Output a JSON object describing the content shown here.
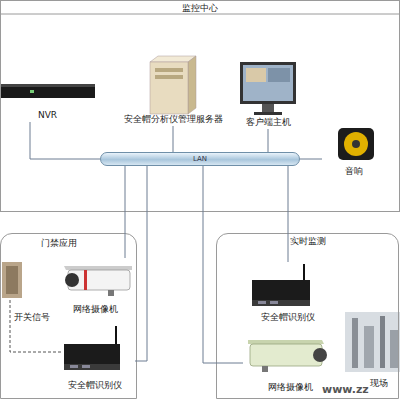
{
  "diagram": {
    "nodes": [
      {
        "text": [
          "监控中心"
        ]
      },
      {
        "text": [
          "NVR"
        ],
        "in": 0
      },
      {
        "text": [
          "安全帽分析仪管理服务器"
        ],
        "in": 0
      },
      {
        "text": [
          "客户端主机"
        ],
        "in": 0
      },
      {
        "text": [
          "LAN"
        ],
        "in": 0
      },
      {
        "text": [
          "音响"
        ],
        "in": 0
      },
      {
        "text": [
          "门禁应用"
        ]
      },
      {
        "text": [
          "网络摄像机"
        ],
        "in": 6
      },
      {
        "text": [
          "安全帽识别仪"
        ],
        "in": 6
      },
      {
        "text": [
          "实时监测"
        ]
      },
      {
        "text": [
          "安全帽识别仪"
        ],
        "in": 9
      },
      {
        "text": [
          "网络摄像机"
        ],
        "in": 9
      }
    ],
    "edges": [
      {
        "from": 1,
        "to": 4,
        "arrow": "none"
      },
      {
        "from": 2,
        "to": 4,
        "arrow": "none"
      },
      {
        "from": 3,
        "to": 4,
        "arrow": "none"
      },
      {
        "from": 5,
        "to": 4,
        "arrow": "none"
      },
      {
        "from": 4,
        "to": 7,
        "arrow": "none"
      },
      {
        "from": 4,
        "to": 8,
        "arrow": "none"
      },
      {
        "from": 4,
        "to": 10,
        "arrow": "none"
      },
      {
        "from": 4,
        "to": 11,
        "arrow": "none"
      }
    ],
    "labels": [
      "开关信号",
      "现场",
      "www.zz"
    ]
  }
}
